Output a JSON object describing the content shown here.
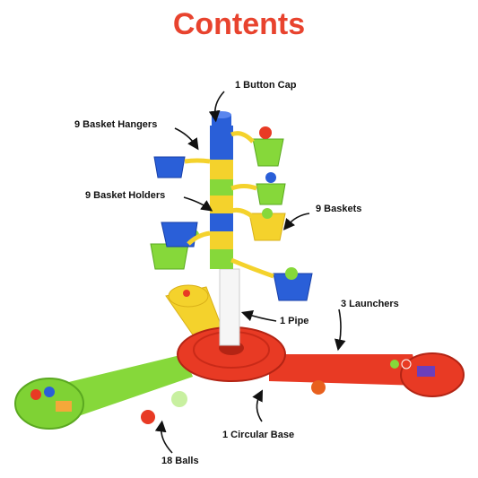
{
  "title": "Contents",
  "labels": {
    "button_cap": "1 Button Cap",
    "basket_hangers": "9 Basket Hangers",
    "basket_holders": "9 Basket Holders",
    "baskets": "9 Baskets",
    "launchers": "3 Launchers",
    "pipe": "1 Pipe",
    "circular_base": "1 Circular Base",
    "balls": "18 Balls"
  },
  "colors": {
    "title": "#e8432e",
    "red": "#e83a24",
    "green": "#86d83a",
    "yellow": "#f4d22c",
    "blue": "#2a5fd8"
  }
}
